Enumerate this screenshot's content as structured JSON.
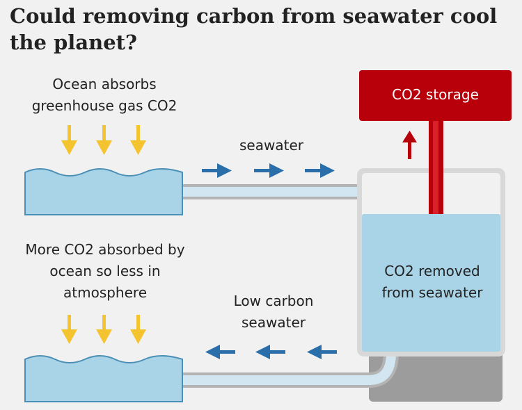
{
  "title": "Could removing carbon from seawater cool the planet?",
  "labels": {
    "ocean_absorbs": "Ocean absorbs greenhouse gas CO2",
    "more_co2_absorbed": "More CO2 absorbed by ocean so less in atmosphere",
    "seawater_flow": "seawater",
    "low_carbon_seawater": "Low carbon seawater",
    "co2_removed": "CO2 removed from seawater",
    "co2_storage": "CO2 storage"
  },
  "colors": {
    "background": "#f1f1f1",
    "water": "#a9d3e6",
    "water_edge": "#4a8fb5",
    "pipe": "#d1e6f0",
    "tank_outline": "#b4b4b4",
    "tank_base": "#9c9c9c",
    "storage": "#b8000b",
    "flow_arrow": "#2b6faa",
    "absorb_arrow": "#f4c430"
  },
  "icons": {
    "absorb_arrows": "down-arrow-icon",
    "flow_right": "right-arrow-icon",
    "flow_left": "left-arrow-icon",
    "storage_arrow": "up-arrow-icon"
  }
}
